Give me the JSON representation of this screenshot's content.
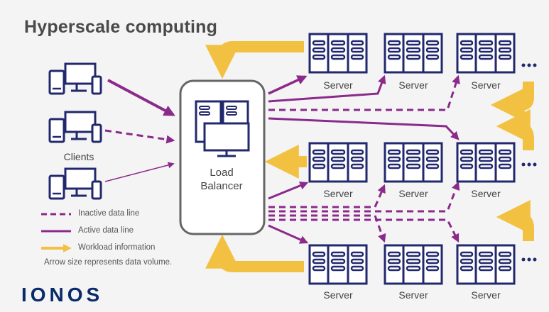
{
  "title": "Hyperscale computing",
  "clients_label": "Clients",
  "load_balancer": {
    "line1": "Load",
    "line2": "Balancer"
  },
  "server_label": "Server",
  "legend": {
    "inactive": "Inactive data line",
    "active": "Active data line",
    "workload": "Workload information",
    "note": "Arrow size represents data volume."
  },
  "logo": "IONOS",
  "colors": {
    "navy": "#22286e",
    "purple": "#8b2a8b",
    "yellow": "#f3c142",
    "lb_border": "#666666",
    "background": "#f4f4f4"
  }
}
